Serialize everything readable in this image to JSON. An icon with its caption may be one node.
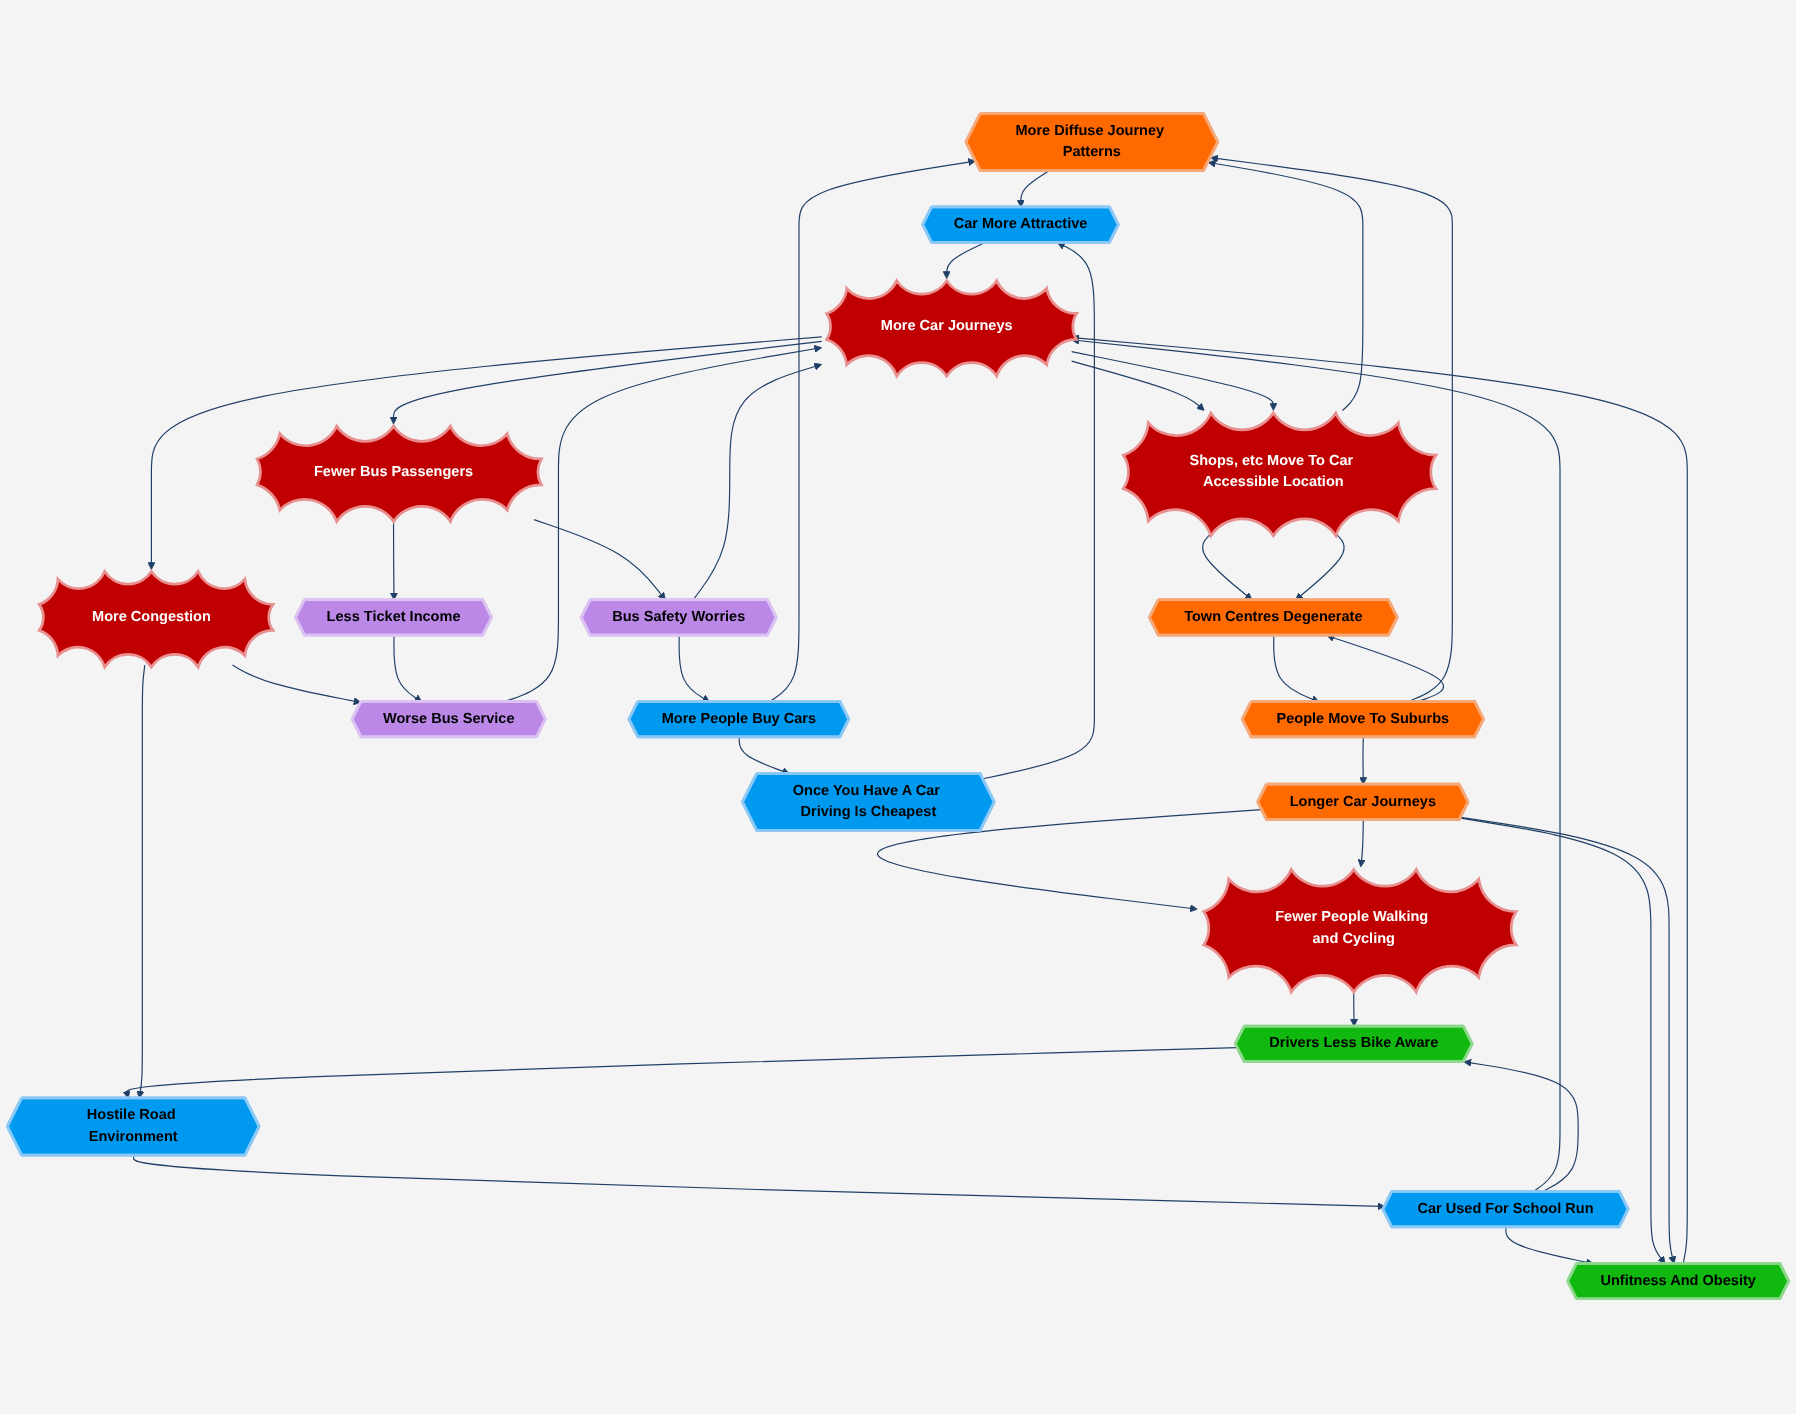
{
  "diagram": {
    "nodes": [
      {
        "text": [
          "More Diffuse Journey Patterns"
        ]
      },
      {
        "text": [
          "People Move To Suburbs"
        ]
      },
      {
        "text": [
          "Town Centres Degenerate"
        ]
      },
      {
        "text": [
          "Shops, etc Move To Car Accessible Location"
        ]
      },
      {
        "text": [
          "More Car Journeys"
        ]
      },
      {
        "text": [
          "Car Used For School Run"
        ]
      },
      {
        "text": [
          "Unfitness And Obesity"
        ]
      },
      {
        "text": [
          "Longer Car Journeys"
        ]
      },
      {
        "text": [
          "Fewer People Walking and Cycling"
        ]
      },
      {
        "text": [
          "Drivers Less Bike Aware"
        ]
      },
      {
        "text": [
          "Hostile Road Environment"
        ]
      },
      {
        "text": [
          "More Congestion"
        ]
      },
      {
        "text": [
          "Bus Safety Worries"
        ]
      },
      {
        "text": [
          "Fewer Bus Passengers"
        ]
      },
      {
        "text": [
          "Less Ticket Income"
        ]
      },
      {
        "text": [
          "Worse Bus Service"
        ]
      },
      {
        "text": [
          "More People Buy Cars"
        ]
      },
      {
        "text": [
          "Once You Have A Car Driving Is Cheapest"
        ]
      },
      {
        "text": [
          "Car More Attractive"
        ]
      }
    ],
    "edges": [
      {
        "from": 0,
        "to": 18,
        "arrow": "to"
      },
      {
        "from": 1,
        "to": 0,
        "arrow": "to"
      },
      {
        "from": 1,
        "to": 2,
        "arrow": "to"
      },
      {
        "from": 2,
        "to": 1,
        "arrow": "to"
      },
      {
        "from": 1,
        "to": 7,
        "arrow": "to"
      },
      {
        "from": 3,
        "to": 0,
        "arrow": "to"
      },
      {
        "from": 3,
        "to": 2,
        "arrow": "to"
      },
      {
        "from": 3,
        "to": 2,
        "arrow": "to"
      },
      {
        "from": 4,
        "to": 3,
        "arrow": "to"
      },
      {
        "from": 4,
        "to": 3,
        "arrow": "to"
      },
      {
        "from": 4,
        "to": 13,
        "arrow": "to"
      },
      {
        "from": 4,
        "to": 11,
        "arrow": "to"
      },
      {
        "from": 5,
        "to": 4,
        "arrow": "to"
      },
      {
        "from": 6,
        "to": 4,
        "arrow": "to"
      },
      {
        "from": 5,
        "to": 6,
        "arrow": "to"
      },
      {
        "from": 5,
        "to": 9,
        "arrow": "to"
      },
      {
        "from": 7,
        "to": 6,
        "arrow": "to"
      },
      {
        "from": 7,
        "to": 6,
        "arrow": "to"
      },
      {
        "from": 7,
        "to": 8,
        "arrow": "to"
      },
      {
        "from": 7,
        "to": 8,
        "arrow": "to"
      },
      {
        "from": 8,
        "to": 9,
        "arrow": "to"
      },
      {
        "from": 9,
        "to": 10,
        "arrow": "to"
      },
      {
        "from": 10,
        "to": 5,
        "arrow": "to"
      },
      {
        "from": 11,
        "to": 10,
        "arrow": "to"
      },
      {
        "from": 11,
        "to": 15,
        "arrow": "to"
      },
      {
        "from": 12,
        "to": 4,
        "arrow": "to"
      },
      {
        "from": 12,
        "to": 16,
        "arrow": "to"
      },
      {
        "from": 13,
        "to": 12,
        "arrow": "to"
      },
      {
        "from": 13,
        "to": 14,
        "arrow": "to"
      },
      {
        "from": 14,
        "to": 15,
        "arrow": "to"
      },
      {
        "from": 15,
        "to": 4,
        "arrow": "to"
      },
      {
        "from": 16,
        "to": 17,
        "arrow": "to"
      },
      {
        "from": 16,
        "to": 0,
        "arrow": "to"
      },
      {
        "from": 17,
        "to": 18,
        "arrow": "to"
      },
      {
        "from": 18,
        "to": 4,
        "arrow": "to"
      }
    ]
  }
}
